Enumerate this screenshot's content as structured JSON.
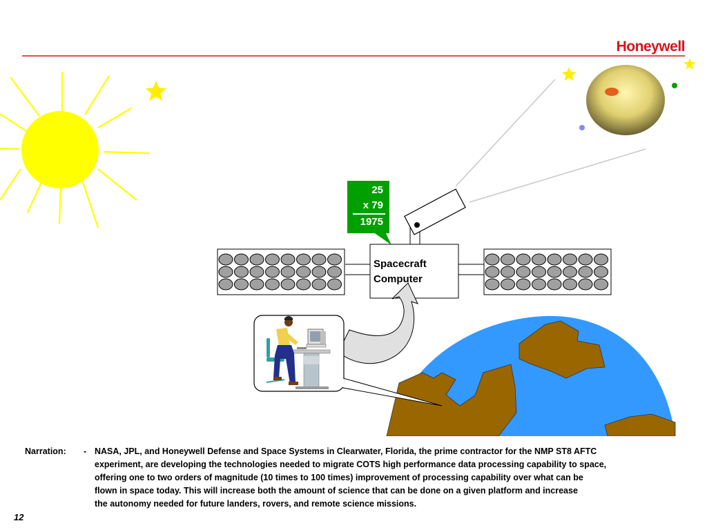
{
  "brand": {
    "logo_text": "Honeywell",
    "accent_color": "#d7141a"
  },
  "multiplication": {
    "line1": "25",
    "line2": "x  79",
    "result": "1975"
  },
  "spacecraft_computer": {
    "line1": "Spacecraft",
    "line2": "Computer"
  },
  "narration": {
    "label": "Narration:",
    "dash": "-",
    "lines": [
      "NASA, JPL, and Honeywell Defense and Space Systems in Clearwater, Florida, the prime contractor for the NMP ST8 AFTC",
      "experiment, are developing the technologies needed to migrate COTS high performance data processing capability to space,",
      "offering one to two orders of magnitude (10 times to 100 times)  improvement of processing capability  over what can be",
      "flown in space today. This will increase both the amount of science that can be done on a given platform and increase",
      "the autonomy needed for future landers, rovers, and remote science missions."
    ]
  },
  "page_number": "12",
  "colors": {
    "sun": "#ffff00",
    "star": "#ffee00",
    "callout_green": "#00a000",
    "ocean": "#3399ff",
    "land": "#996600",
    "solar_cell": "#a0a0a0"
  }
}
